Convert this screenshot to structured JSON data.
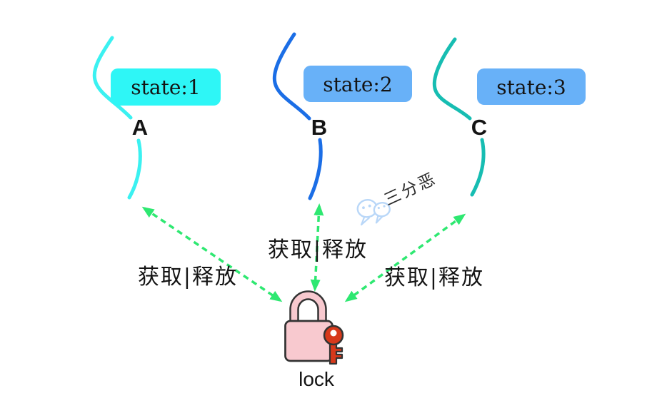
{
  "threads": [
    {
      "label": "A",
      "state": "state:1",
      "line_color": "#3BF1F1",
      "box_color": "#2EF6F6"
    },
    {
      "label": "B",
      "state": "state:2",
      "line_color": "#1B6EE6",
      "box_color": "#68B1F8"
    },
    {
      "label": "C",
      "state": "state:3",
      "line_color": "#17BDB2",
      "box_color": "#68B1F8"
    }
  ],
  "arrows": {
    "color": "#2EE871",
    "left_label": "获取|释放",
    "middle_label": "获取|释放",
    "right_label": "获取|释放"
  },
  "lock": {
    "caption": "lock",
    "body_color": "#F8C9CF",
    "outline_color": "#333333",
    "key_color": "#D7391B"
  },
  "watermark": {
    "text": "三分恶",
    "color": "#B9D7F8"
  }
}
